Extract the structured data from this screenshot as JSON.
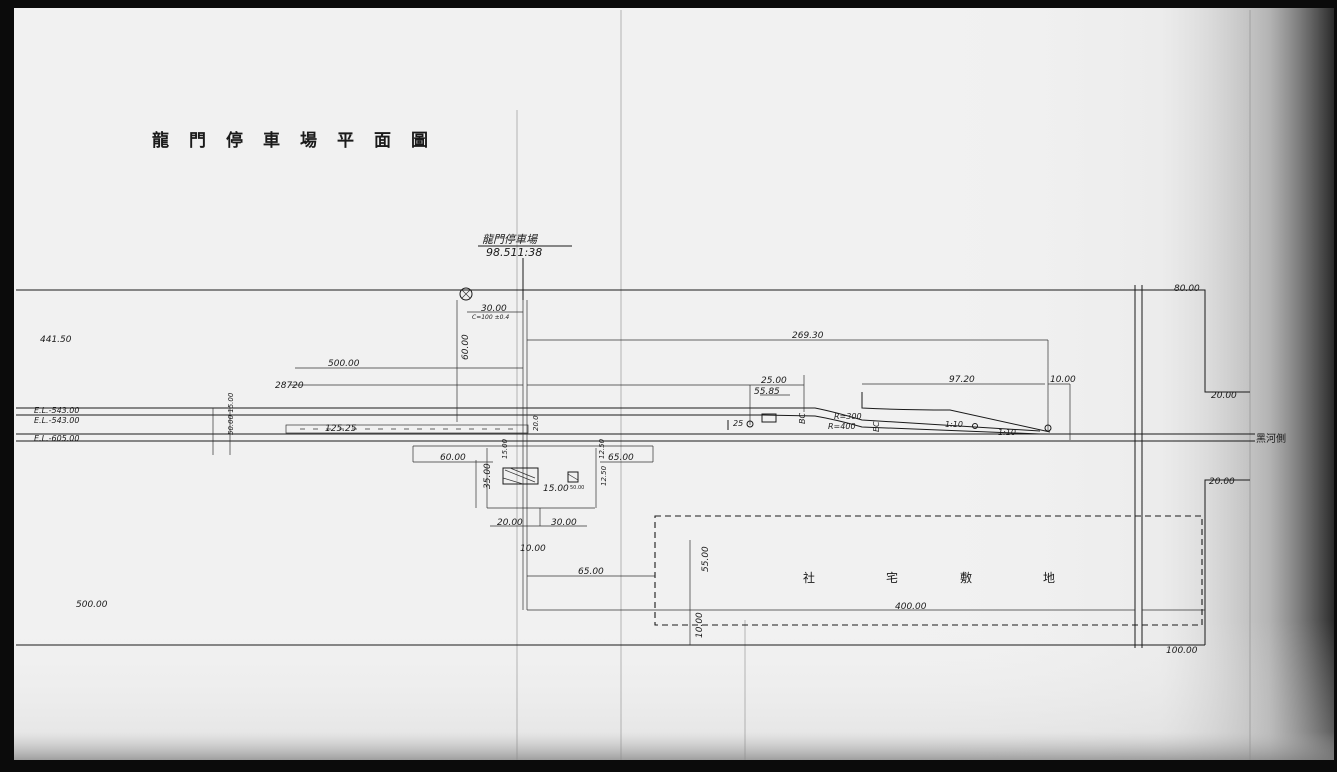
{
  "drawing": {
    "title": "龍門停車場平面圖",
    "station": {
      "name": "龍門停車場",
      "mileage": "98.511:38"
    },
    "direction_label": "黑河側",
    "housing_label": [
      "社",
      "宅",
      "敷",
      "地"
    ],
    "tiny_label": "50.00",
    "elevations": [
      "E.L.-543.00",
      "E.L.-543.00",
      "E.L.-605.00"
    ],
    "curves": [
      "R=300",
      "R=400"
    ],
    "slopes": [
      "1:10",
      "1:10"
    ],
    "markers": [
      "BC",
      "EC",
      "25"
    ],
    "dimensions": {
      "d1": "441.50",
      "d2": "30.00",
      "d2b": "C=100 ±0.4",
      "d3": "60.00",
      "d4": "500.00",
      "d5": "28720",
      "d6": "269.30",
      "d7": "25.00",
      "d8": "55.85",
      "d9": "97.20",
      "d10": "10.00",
      "d11": "80.00",
      "d12": "20.00",
      "d13": "20.00",
      "d14": "125.25",
      "d15": "20.0",
      "d16": "60.00",
      "d17": "15.00",
      "d18": "12.50",
      "d19": "65.00",
      "d20": "35.00",
      "d21": "15.00",
      "d22": "12.50",
      "d23": "20.00",
      "d24": "30.00",
      "d25": "10.00",
      "d26": "65.00",
      "d27": "55.00",
      "d28": "400.00",
      "d29": "10.00",
      "d30": "100.00",
      "d31": "500.00",
      "d32": "50.00 15.00"
    }
  }
}
